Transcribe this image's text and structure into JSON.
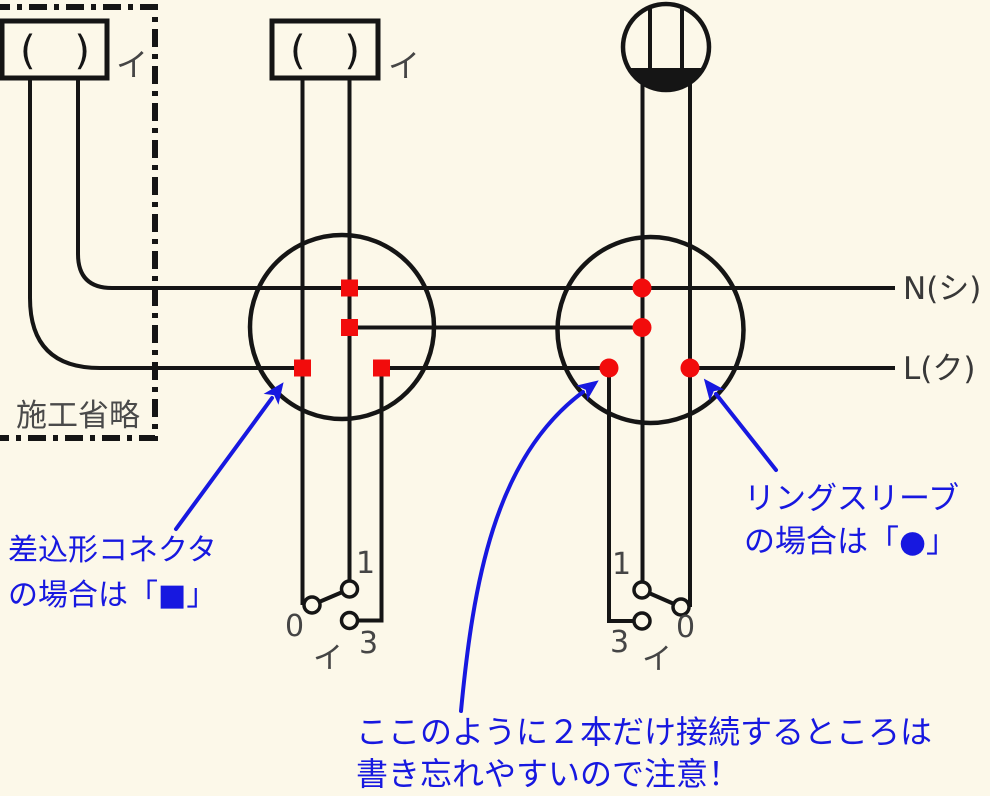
{
  "colors": {
    "background": "#FCF8E9",
    "line": "#151515",
    "red_marker": "#F20C0C",
    "blue_annotation": "#1718E0",
    "gray_label": "#454545"
  },
  "omission_box": {
    "label": "施工省略"
  },
  "lamps": {
    "left": {
      "symbol": "( )",
      "label": "イ"
    },
    "middle": {
      "symbol": "( )",
      "label": "イ"
    }
  },
  "power_labels": {
    "neutral": "N(シ)",
    "live": "L(ク)"
  },
  "switches": {
    "left": {
      "terminal_top": "1",
      "terminal_side": "0",
      "terminal_bottom": "3",
      "label": "イ"
    },
    "right": {
      "terminal_top": "1",
      "terminal_bottom": "3",
      "terminal_side": "0",
      "label": "イ"
    }
  },
  "annotations": {
    "connector": {
      "line1": "差込形コネクタ",
      "line2": "の場合は「■」"
    },
    "ring_sleeve": {
      "line1": "リングスリーブ",
      "line2": "の場合は「●」"
    },
    "warning": {
      "line1": "ここのように２本だけ接続するところは",
      "line2": "書き忘れやすいので注意！"
    }
  }
}
